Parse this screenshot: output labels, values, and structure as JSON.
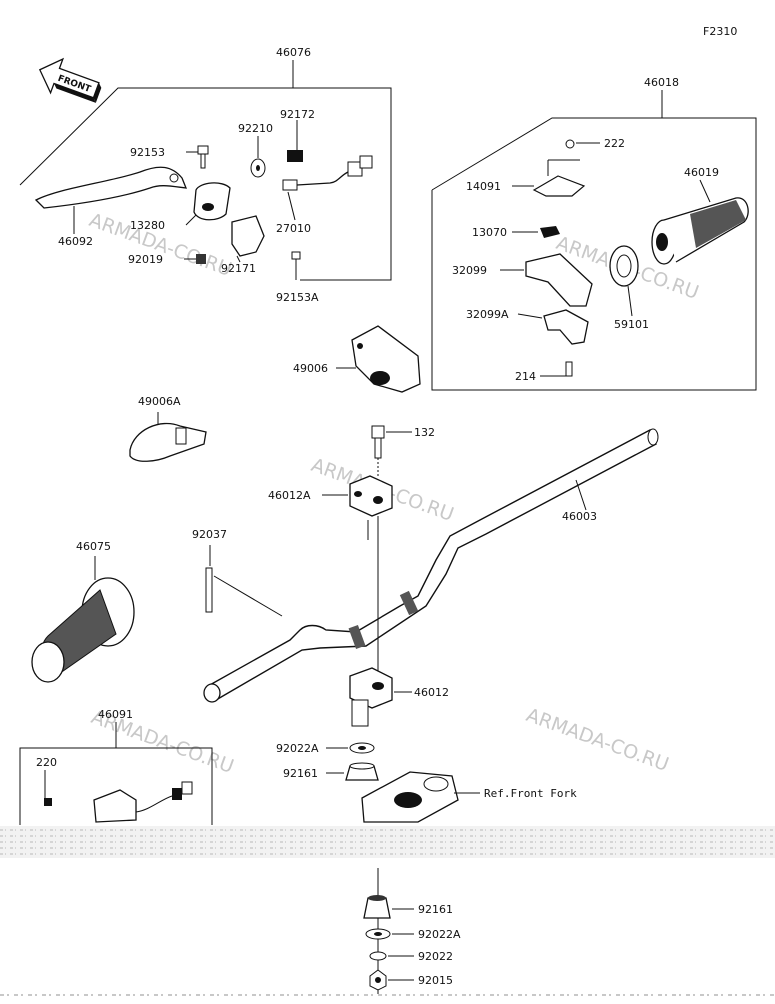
{
  "diagram_code": "F2310",
  "front_label": "FRONT",
  "watermarks": [
    "ARMADA-CO.RU",
    "ARMADA-CO.RU",
    "ARMADA-CO.RU",
    "ARMADA-CO.RU",
    "ARMADA-CO.RU"
  ],
  "ref_note": "Ref.Front Fork",
  "labels": {
    "p46076": "46076",
    "p92172": "92172",
    "p92210": "92210",
    "p92153": "92153",
    "p27010": "27010",
    "p13280": "13280",
    "p46092": "46092",
    "p92019": "92019",
    "p92171": "92171",
    "p92153A": "92153A",
    "p46018": "46018",
    "p222": "222",
    "p14091": "14091",
    "p46019": "46019",
    "p13070": "13070",
    "p32099": "32099",
    "p32099A": "32099A",
    "p59101": "59101",
    "p214": "214",
    "p49006": "49006",
    "p49006A": "49006A",
    "p132": "132",
    "p46012A": "46012A",
    "p46003": "46003",
    "p92037": "92037",
    "p46075": "46075",
    "p46012": "46012",
    "p46091": "46091",
    "p220": "220",
    "p92022A_top": "92022A",
    "p92161_top": "92161",
    "p92161_bot": "92161",
    "p92022A_bot": "92022A",
    "p92022": "92022",
    "p92015": "92015"
  }
}
